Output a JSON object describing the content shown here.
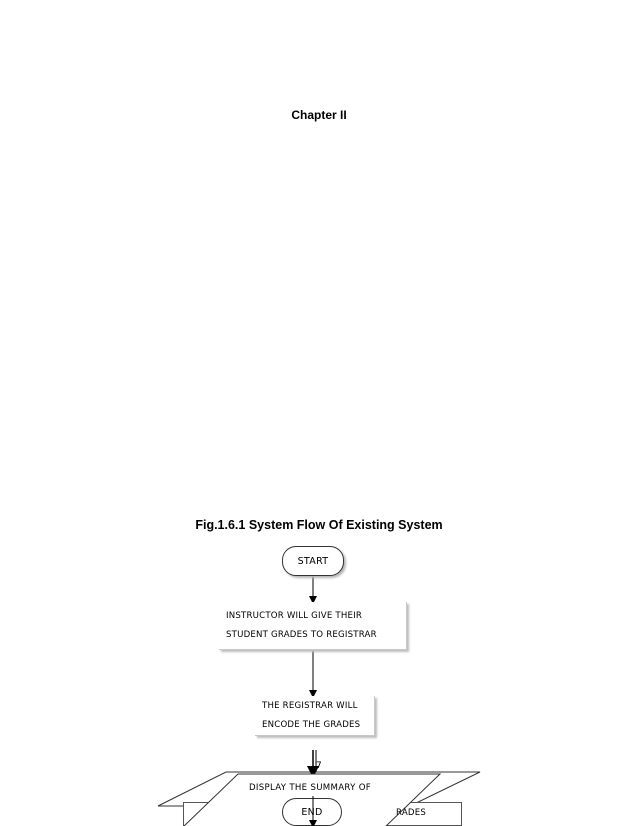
{
  "chapter_heading": "Chapter II",
  "figure_caption": "Fig.1.6.1 System Flow Of Existing System",
  "flowchart": {
    "start_label": "START",
    "step1_line1": "INSTRUCTOR WILL GIVE THEIR",
    "step1_line2": "STUDENT GRADES TO REGISTRAR",
    "step2_line1": "THE REGISTRAR WILL",
    "step2_line2": "ENCODE THE GRADES",
    "display_label": "DISPLAY THE SUMMARY OF",
    "grades_fragment": "RADES",
    "end_label": "END"
  },
  "page_number": "7"
}
